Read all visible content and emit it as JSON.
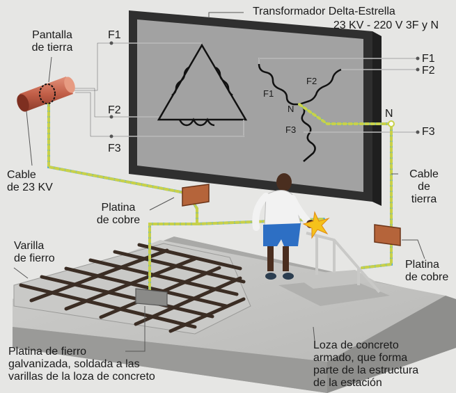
{
  "transformer": {
    "title_line1": "Transformador Delta-Estrella",
    "title_line2": "23 KV - 220 V 3F y N"
  },
  "delta_phases": {
    "f1": "F1",
    "f2": "F2",
    "f3": "F3"
  },
  "star_windings": {
    "f1": "F1",
    "f2": "F2",
    "f3": "F3",
    "neutral": "N"
  },
  "outputs": {
    "f1": "F1",
    "f2": "F2",
    "f3": "F3",
    "neutral": "N"
  },
  "labels": {
    "ground_shield_l1": "Pantalla",
    "ground_shield_l2": "de tierra",
    "cable_23kv_l1": "Cable",
    "cable_23kv_l2": "de 23 KV",
    "ground_cable_l1": "Cable",
    "ground_cable_l2": "de",
    "ground_cable_l3": "tierra",
    "copper_plate_left_l1": "Platina",
    "copper_plate_left_l2": "de cobre",
    "copper_plate_right_l1": "Platina",
    "copper_plate_right_l2": "de cobre",
    "iron_rod_l1": "Varilla",
    "iron_rod_l2": "de fierro",
    "iron_plate_l1": "Platina de fierro",
    "iron_plate_l2": "galvanizada, soldada a las",
    "iron_plate_l3": "varillas de la loza de concreto",
    "slab_l1": "Loza de concreto",
    "slab_l2": "armado, que forma",
    "slab_l3": "parte de la estructura",
    "slab_l4": "de la estación"
  },
  "colors": {
    "background": "#e6e6e4",
    "panel_frame": "#3a3a3a",
    "panel_face": "#9d9d9d",
    "copper": "#b5643a",
    "ground_wire_blue": "#4aa7d8",
    "ground_wire_yellow": "#c8d14a",
    "concrete": "#bdbdbb",
    "rebar": "#3b2d24",
    "shirt": "#f2f2f2",
    "shorts": "#2d6fc4",
    "spark": "#f5c21b"
  }
}
